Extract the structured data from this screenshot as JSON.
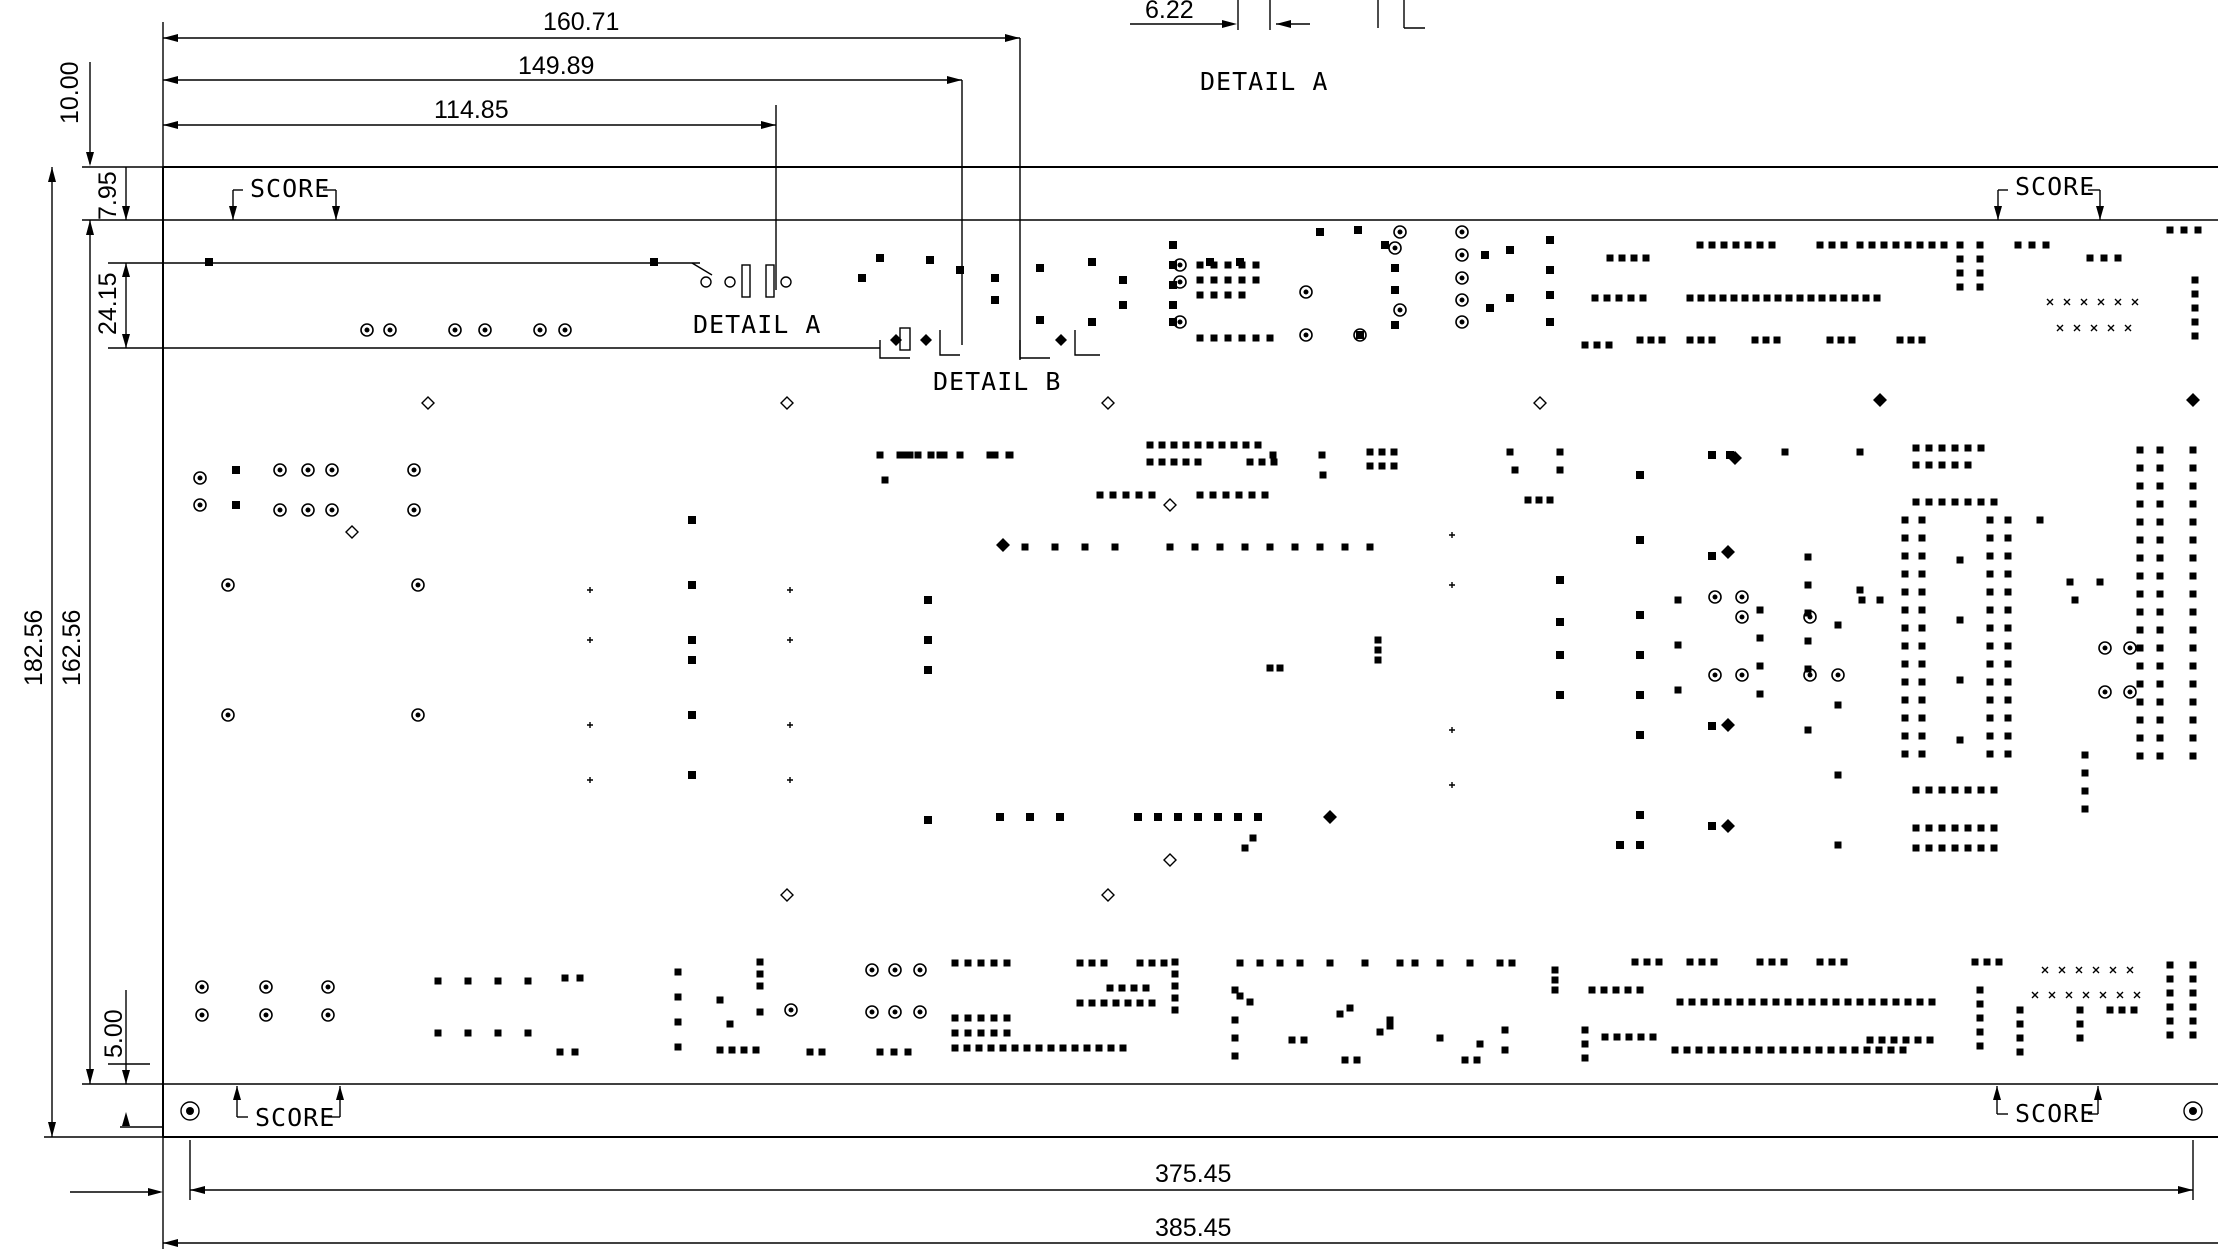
{
  "drawing": {
    "dimensions": {
      "top_160": "160.71",
      "top_149": "149.89",
      "top_114": "114.85",
      "detail_a_inset_622": "6.22",
      "left_1000": "10.00",
      "left_795": "7.95",
      "left_2415": "24.15",
      "left_18256": "182.56",
      "left_16256": "162.56",
      "left_500": "5.00",
      "bottom_37545": "375.45",
      "bottom_38545": "385.45"
    },
    "labels": {
      "detail_a_title": "DETAIL A",
      "detail_a_inline": "DETAIL A",
      "detail_b_inline": "DETAIL B",
      "score_top_left": "SCORE",
      "score_top_right": "SCORE",
      "score_bottom_left": "SCORE",
      "score_bottom_right": "SCORE"
    }
  }
}
